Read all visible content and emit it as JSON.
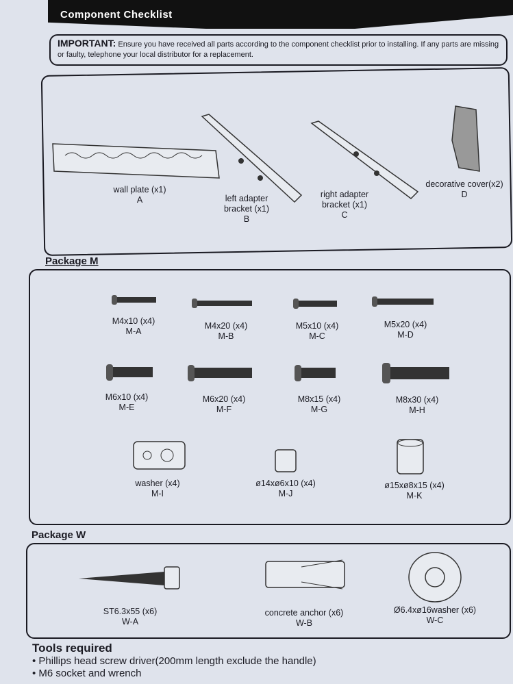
{
  "header": {
    "title": "Component Checklist"
  },
  "important": {
    "label": "IMPORTANT:",
    "text": "Ensure you have received all parts according to the component checklist prior to installing. If any parts are missing or faulty, telephone your local distributor for a replacement."
  },
  "main_parts": [
    {
      "name": "wall plate (x1)",
      "code": "A"
    },
    {
      "name": "left adapter bracket (x1)",
      "code": "B"
    },
    {
      "name": "right adapter bracket (x1)",
      "code": "C"
    },
    {
      "name": "decorative cover(x2)",
      "code": "D"
    }
  ],
  "package_m": {
    "title": "Package M",
    "items": [
      {
        "name": "M4x10 (x4)",
        "code": "M-A"
      },
      {
        "name": "M4x20 (x4)",
        "code": "M-B"
      },
      {
        "name": "M5x10 (x4)",
        "code": "M-C"
      },
      {
        "name": "M5x20 (x4)",
        "code": "M-D"
      },
      {
        "name": "M6x10 (x4)",
        "code": "M-E"
      },
      {
        "name": "M6x20 (x4)",
        "code": "M-F"
      },
      {
        "name": "M8x15 (x4)",
        "code": "M-G"
      },
      {
        "name": "M8x30 (x4)",
        "code": "M-H"
      },
      {
        "name": "washer (x4)",
        "code": "M-I"
      },
      {
        "name": "ø14xø6x10 (x4)",
        "code": "M-J"
      },
      {
        "name": "ø15xø8x15 (x4)",
        "code": "M-K"
      }
    ]
  },
  "package_w": {
    "title": "Package W",
    "items": [
      {
        "name": "ST6.3x55  (x6)",
        "code": "W-A"
      },
      {
        "name": "concrete anchor (x6)",
        "code": "W-B"
      },
      {
        "name": "Ø6.4xø16washer (x6)",
        "code": "W-C"
      }
    ]
  },
  "tools": {
    "title": "Tools required",
    "items": [
      "Phillips head screw driver(200mm length exclude the handle)",
      "M6 socket and wrench"
    ]
  }
}
